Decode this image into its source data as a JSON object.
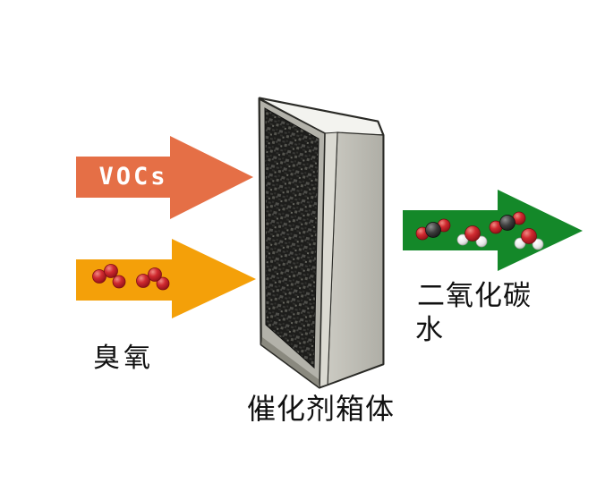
{
  "labels": {
    "vocs": "VOCs",
    "ozone": "臭氧",
    "co2": "二氧化碳",
    "water": "水",
    "catalyst_box": "催化剂箱体"
  },
  "colors": {
    "background": "#FFFFFF",
    "vocs_arrow": "#E56F46",
    "ozone_arrow": "#F4A009",
    "output_arrow": "#148829",
    "molecule_red": "#C42430",
    "molecule_carbon": "#2E2E2E",
    "molecule_hydrogen": "#F0F0F0",
    "filter_mesh_dark": "#1D1D1B",
    "filter_frame": "#B3B2AA",
    "filter_side": "#C2C1B9",
    "filter_corner_strip": "#DBDAD2",
    "filter_top": "#F3F3EF",
    "filter_outline": "#2A2A26",
    "text": "#111111"
  },
  "icons": {
    "vocs_arrow": "right-arrow",
    "ozone_arrow": "right-arrow",
    "output_arrow": "right-arrow",
    "ozone_molecule": "three-red-spheres",
    "co2_molecule": "black-sphere-with-two-red-spheres",
    "water_molecule": "red-sphere-with-two-white-spheres",
    "catalyst_box": "honeycomb-filter-panel-3d"
  }
}
